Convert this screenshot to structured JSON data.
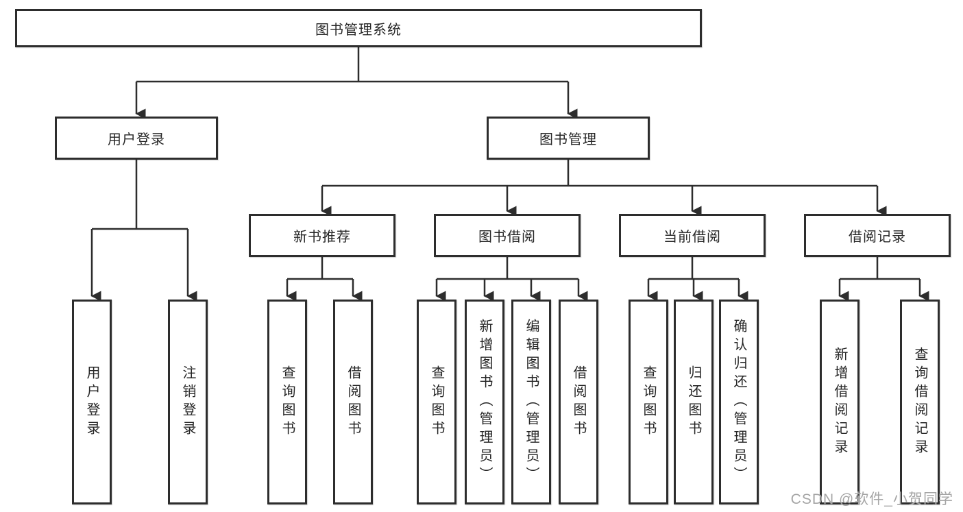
{
  "diagram": {
    "root": {
      "label": "图书管理系统"
    },
    "level2": [
      {
        "label": "用户登录"
      },
      {
        "label": "图书管理"
      }
    ],
    "level3": [
      {
        "label": "新书推荐"
      },
      {
        "label": "图书借阅"
      },
      {
        "label": "当前借阅"
      },
      {
        "label": "借阅记录"
      }
    ],
    "leaves": {
      "user_login": [
        "用户登录",
        "注销登录"
      ],
      "new_books": [
        "查询图书",
        "借阅图书"
      ],
      "book_borrow": [
        "查询图书",
        "新增图书（管理员）",
        "编辑图书（管理员）",
        "借阅图书"
      ],
      "current_borrow": [
        "查询图书",
        "归还图书",
        "确认归还（管理员）"
      ],
      "borrow_records": [
        "新增借阅记录",
        "查询借阅记录"
      ]
    }
  },
  "watermark": "CSDN @软件_小贺同学",
  "colors": {
    "line": "#2d2d2d",
    "text": "#262626",
    "watermark": "#a5a5a5",
    "background": "#ffffff"
  }
}
